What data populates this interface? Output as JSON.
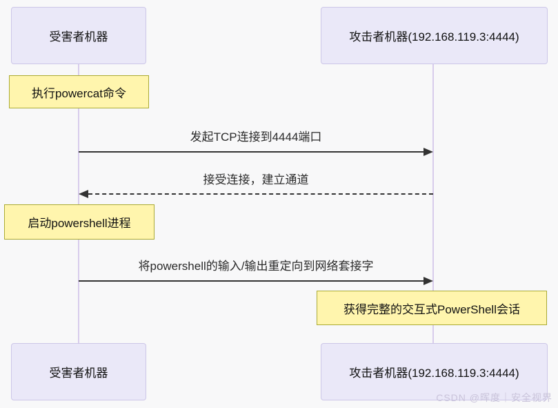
{
  "diagram_type": "sequence-diagram",
  "participants": [
    {
      "id": "victim",
      "label": "受害者机器"
    },
    {
      "id": "attacker",
      "label": "攻击者机器(192.168.119.3:4444)"
    }
  ],
  "notes": [
    {
      "label": "执行powercat命令",
      "side": "left-of-victim"
    },
    {
      "label": "启动powershell进程",
      "side": "left-of-victim"
    },
    {
      "label": "获得完整的交互式PowerShell会话",
      "side": "right-of-attacker"
    }
  ],
  "messages": [
    {
      "label": "发起TCP连接到4444端口",
      "from": "victim",
      "to": "attacker",
      "line": "solid"
    },
    {
      "label": "接受连接，建立通道",
      "from": "attacker",
      "to": "victim",
      "line": "dashed"
    },
    {
      "label": "将powershell的输入/输出重定向到网络套接字",
      "from": "victim",
      "to": "attacker",
      "line": "solid"
    }
  ],
  "watermark": "CSDN @晖度｜安全视界",
  "colors": {
    "background": "#f8f8f9",
    "actor_fill": "#eae8f8",
    "actor_border": "#ccc6e8",
    "note_fill": "#fff5ad",
    "note_border": "#aaaa33",
    "lifeline": "#d8ccec",
    "message_line": "#333333",
    "watermark": "#c9c3da"
  }
}
